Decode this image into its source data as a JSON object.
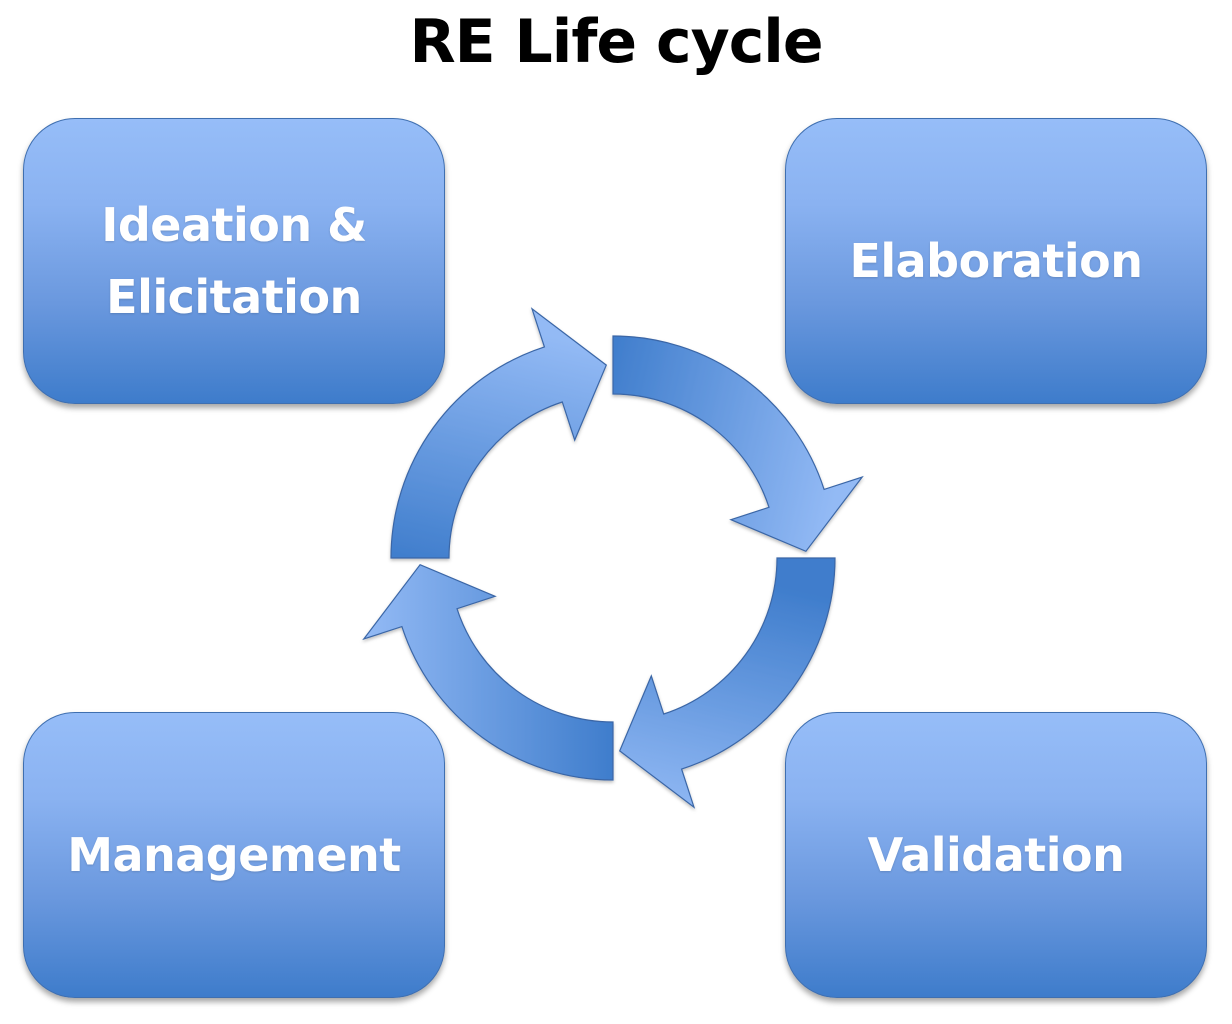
{
  "title": "RE Life cycle",
  "stages": [
    {
      "id": "ideation",
      "label": "Ideation & Elicitation",
      "lines": [
        "Ideation &",
        "Elicitation"
      ],
      "position": "top-left"
    },
    {
      "id": "elaboration",
      "label": "Elaboration",
      "lines": [
        "Elaboration"
      ],
      "position": "top-right"
    },
    {
      "id": "validation",
      "label": "Validation",
      "lines": [
        "Validation"
      ],
      "position": "bottom-right"
    },
    {
      "id": "management",
      "label": "Management",
      "lines": [
        "Management"
      ],
      "position": "bottom-left"
    }
  ],
  "cycle": {
    "direction": "clockwise",
    "arrow_count": 4,
    "arrows": [
      {
        "name": "cycle-arrow-top-left",
        "points": "right"
      },
      {
        "name": "cycle-arrow-top-right",
        "points": "down"
      },
      {
        "name": "cycle-arrow-bottom-right",
        "points": "left"
      },
      {
        "name": "cycle-arrow-bottom-left",
        "points": "up"
      }
    ]
  },
  "colors": {
    "box_light": "#96bdf8",
    "box_dark": "#3e7ccb",
    "box_border": "#3f6fb0",
    "arrow_light": "#93baf5",
    "arrow_dark": "#3f7dcc",
    "text": "#ffffff",
    "title_text": "#000000"
  }
}
